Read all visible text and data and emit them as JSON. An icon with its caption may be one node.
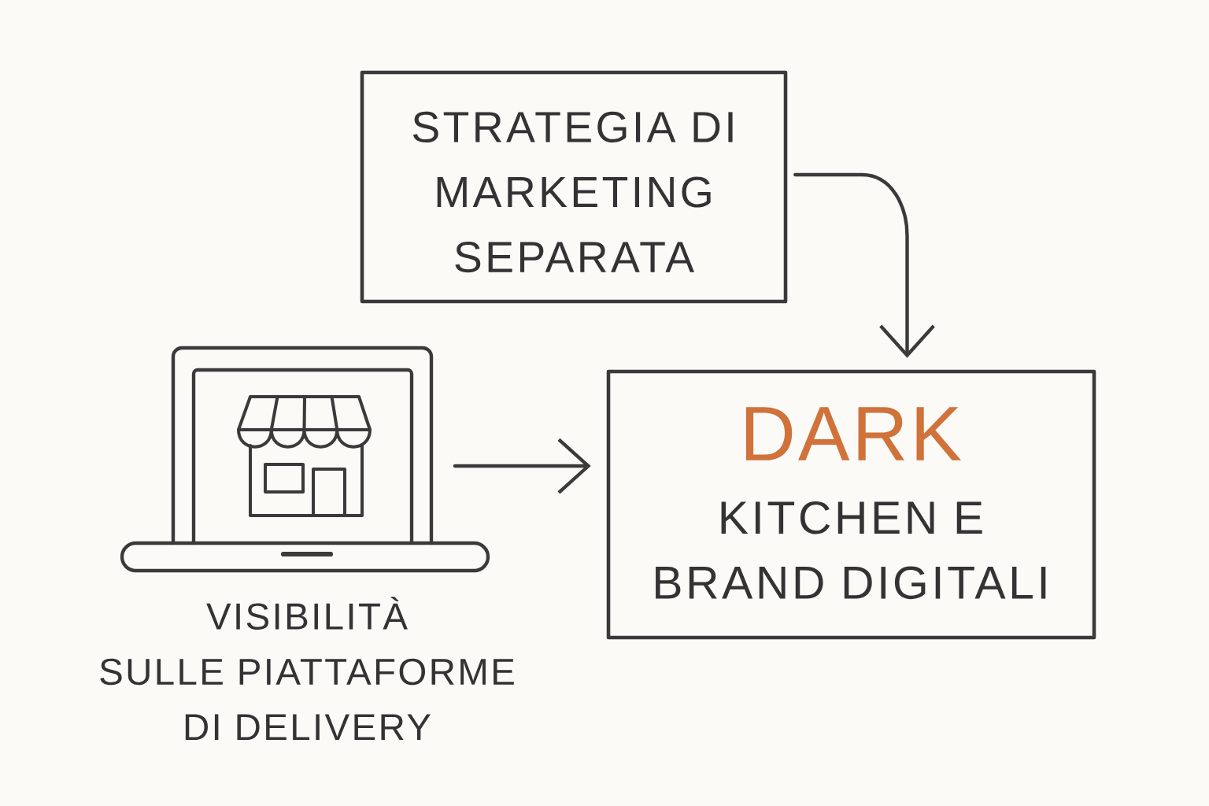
{
  "diagram": {
    "nodes": [
      {
        "text": [
          "STRATEGIA DI MARKETING SEPARATA"
        ]
      },
      {
        "text": [],
        "shape": "picture",
        "beside": [
          "VISIBILITÀ SULLE PIATTAFORME DI DELIVERY"
        ]
      },
      {
        "text": [
          "DARK",
          "KITCHEN E BRAND DIGITALI"
        ]
      }
    ],
    "edges": [
      {
        "from": 0,
        "to": 2,
        "arrow": "to"
      },
      {
        "from": 1,
        "to": 2,
        "arrow": "to"
      }
    ]
  }
}
